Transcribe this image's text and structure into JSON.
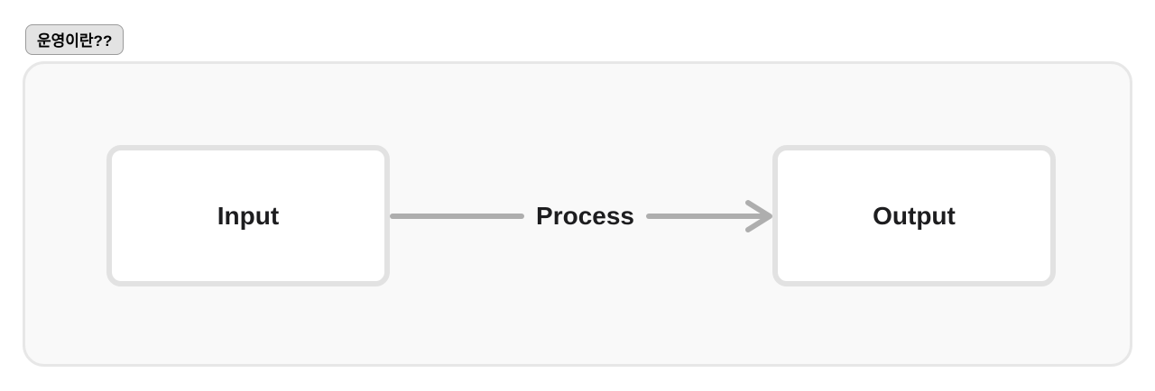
{
  "badge": {
    "label": "운영이란??",
    "background": "#e3e3e3",
    "border_color": "#9b9b9b"
  },
  "diagram": {
    "panel": {
      "background": "#f9f9f9",
      "border_color": "#e7e7e7"
    },
    "nodes": [
      {
        "id": "input",
        "label": "Input"
      },
      {
        "id": "output",
        "label": "Output"
      }
    ],
    "connector": {
      "label": "Process",
      "direction": "right",
      "color": "#aeaeae"
    },
    "node_border_color": "#e2e2e2",
    "text_color": "#1d1d1f"
  }
}
